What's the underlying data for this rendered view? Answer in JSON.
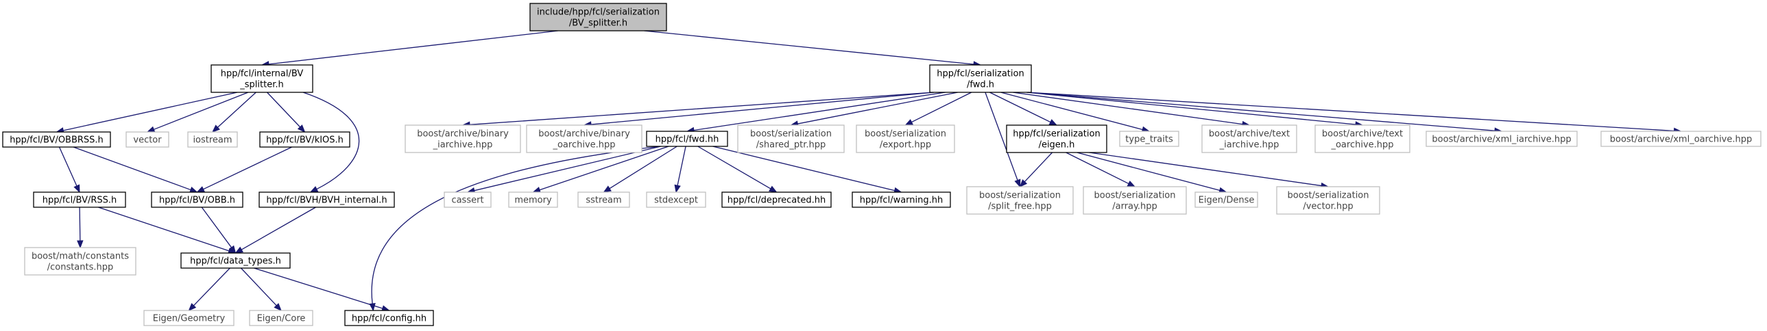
{
  "colors": {
    "edge": "#191970",
    "root_fill": "#bfbfbf",
    "solid_border": "#000000",
    "gray_border": "#bfbfbf"
  },
  "nodes": {
    "root": [
      "include/hpp/fcl/serialization",
      "/BV_splitter.h"
    ],
    "internal_bv_splitter": [
      "hpp/fcl/internal/BV",
      "_splitter.h"
    ],
    "serialization_fwd": [
      "hpp/fcl/serialization",
      "/fwd.h"
    ],
    "obbrss": [
      "hpp/fcl/BV/OBBRSS.h"
    ],
    "vector": [
      "vector"
    ],
    "iostream": [
      "iostream"
    ],
    "kios": [
      "hpp/fcl/BV/kIOS.h"
    ],
    "rss": [
      "hpp/fcl/BV/RSS.h"
    ],
    "obb": [
      "hpp/fcl/BV/OBB.h"
    ],
    "bvh_internal": [
      "hpp/fcl/BVH/BVH_internal.h"
    ],
    "math_constants": [
      "boost/math/constants",
      "/constants.hpp"
    ],
    "data_types": [
      "hpp/fcl/data_types.h"
    ],
    "eigen_geometry": [
      "Eigen/Geometry"
    ],
    "eigen_core": [
      "Eigen/Core"
    ],
    "config": [
      "hpp/fcl/config.hh"
    ],
    "binary_iarchive": [
      "boost/archive/binary",
      "_iarchive.hpp"
    ],
    "binary_oarchive": [
      "boost/archive/binary",
      "_oarchive.hpp"
    ],
    "fcl_fwd": [
      "hpp/fcl/fwd.hh"
    ],
    "shared_ptr": [
      "boost/serialization",
      "/shared_ptr.hpp"
    ],
    "export": [
      "boost/serialization",
      "/export.hpp"
    ],
    "serialization_eigen": [
      "hpp/fcl/serialization",
      "/eigen.h"
    ],
    "type_traits": [
      "type_traits"
    ],
    "text_iarchive": [
      "boost/archive/text",
      "_iarchive.hpp"
    ],
    "text_oarchive": [
      "boost/archive/text",
      "_oarchive.hpp"
    ],
    "xml_iarchive": [
      "boost/archive/xml_iarchive.hpp"
    ],
    "xml_oarchive": [
      "boost/archive/xml_oarchive.hpp"
    ],
    "cassert": [
      "cassert"
    ],
    "memory": [
      "memory"
    ],
    "sstream": [
      "sstream"
    ],
    "stdexcept": [
      "stdexcept"
    ],
    "deprecated": [
      "hpp/fcl/deprecated.hh"
    ],
    "warning": [
      "hpp/fcl/warning.hh"
    ],
    "split_free": [
      "boost/serialization",
      "/split_free.hpp"
    ],
    "array": [
      "boost/serialization",
      "/array.hpp"
    ],
    "eigen_dense": [
      "Eigen/Dense"
    ],
    "serialization_vector": [
      "boost/serialization",
      "/vector.hpp"
    ]
  },
  "edges": [
    [
      "root",
      "internal_bv_splitter"
    ],
    [
      "root",
      "serialization_fwd"
    ],
    [
      "internal_bv_splitter",
      "obbrss"
    ],
    [
      "internal_bv_splitter",
      "vector"
    ],
    [
      "internal_bv_splitter",
      "iostream"
    ],
    [
      "internal_bv_splitter",
      "kios"
    ],
    [
      "internal_bv_splitter",
      "bvh_internal"
    ],
    [
      "obbrss",
      "rss"
    ],
    [
      "obbrss",
      "obb"
    ],
    [
      "kios",
      "obb"
    ],
    [
      "rss",
      "math_constants"
    ],
    [
      "rss",
      "data_types"
    ],
    [
      "obb",
      "data_types"
    ],
    [
      "bvh_internal",
      "data_types"
    ],
    [
      "data_types",
      "eigen_geometry"
    ],
    [
      "data_types",
      "eigen_core"
    ],
    [
      "data_types",
      "config"
    ],
    [
      "serialization_fwd",
      "binary_iarchive"
    ],
    [
      "serialization_fwd",
      "binary_oarchive"
    ],
    [
      "serialization_fwd",
      "fcl_fwd"
    ],
    [
      "serialization_fwd",
      "shared_ptr"
    ],
    [
      "serialization_fwd",
      "export"
    ],
    [
      "serialization_fwd",
      "serialization_eigen"
    ],
    [
      "serialization_fwd",
      "type_traits"
    ],
    [
      "serialization_fwd",
      "text_iarchive"
    ],
    [
      "serialization_fwd",
      "text_oarchive"
    ],
    [
      "serialization_fwd",
      "xml_iarchive"
    ],
    [
      "serialization_fwd",
      "xml_oarchive"
    ],
    [
      "serialization_fwd",
      "split_free"
    ],
    [
      "fcl_fwd",
      "cassert"
    ],
    [
      "fcl_fwd",
      "memory"
    ],
    [
      "fcl_fwd",
      "sstream"
    ],
    [
      "fcl_fwd",
      "stdexcept"
    ],
    [
      "fcl_fwd",
      "deprecated"
    ],
    [
      "fcl_fwd",
      "warning"
    ],
    [
      "fcl_fwd",
      "config"
    ],
    [
      "serialization_eigen",
      "split_free"
    ],
    [
      "serialization_eigen",
      "array"
    ],
    [
      "serialization_eigen",
      "eigen_dense"
    ],
    [
      "serialization_eigen",
      "serialization_vector"
    ]
  ]
}
